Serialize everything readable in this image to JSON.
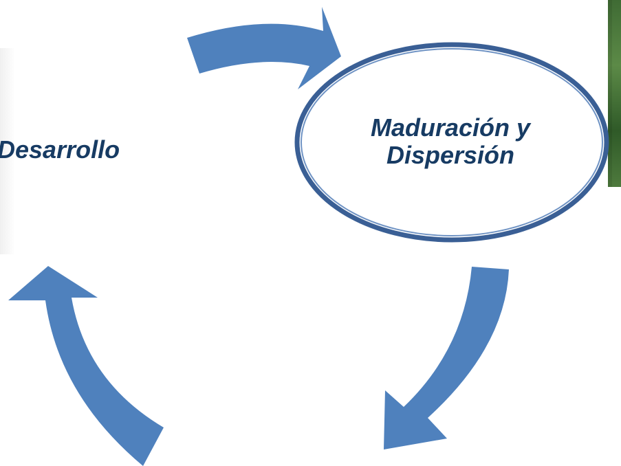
{
  "diagram": {
    "stages": [
      {
        "id": "desarrollo",
        "label": "Desarrollo"
      },
      {
        "id": "maduracion",
        "label_line1": "Maduración y",
        "label_line2": "Dispersión"
      }
    ],
    "colors": {
      "arrow_fill": "#4f81bd",
      "ellipse_border": "#3a5f95",
      "text": "#173b63"
    }
  }
}
